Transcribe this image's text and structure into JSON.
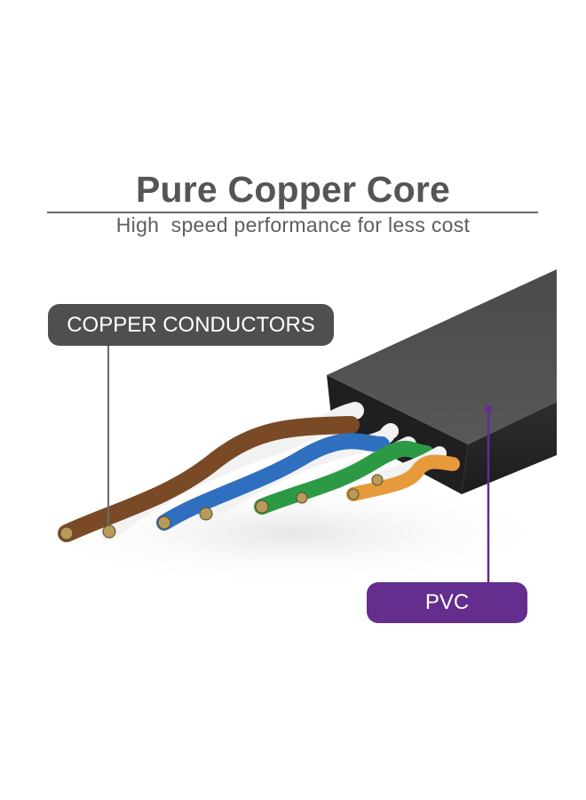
{
  "header": {
    "title": "Pure Copper Core",
    "subtitle": "High  speed performance for less cost"
  },
  "callouts": {
    "copper": {
      "label": "COPPER CONDUCTORS",
      "color": "#4f4f51"
    },
    "pvc": {
      "label": "PVC",
      "color": "#652d8e"
    }
  },
  "illustration": {
    "subject": "flat ethernet cable cross-section",
    "jacket_color": "#3a3a3c",
    "wire_pairs": [
      {
        "name": "brown",
        "color": "#7a4a26"
      },
      {
        "name": "blue",
        "color": "#2f6fc0"
      },
      {
        "name": "green",
        "color": "#2c9a45"
      },
      {
        "name": "orange",
        "color": "#e79a3a"
      }
    ]
  }
}
